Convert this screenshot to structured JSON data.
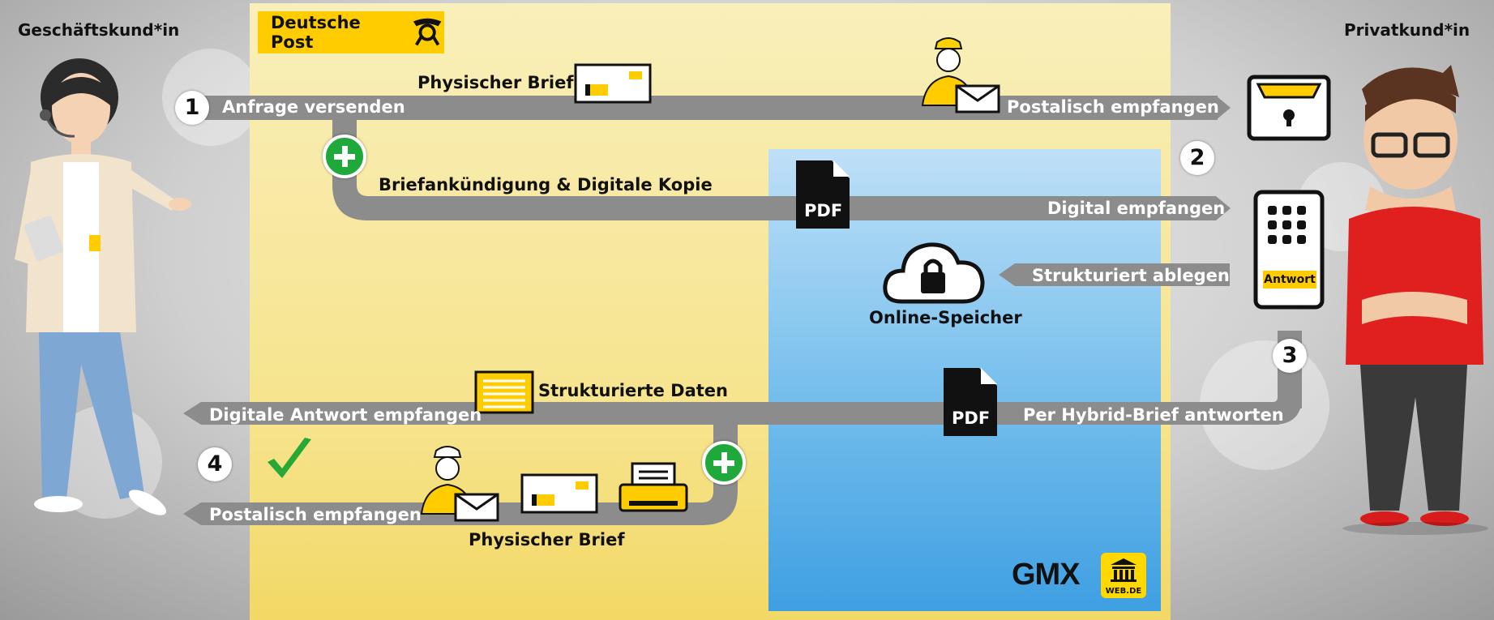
{
  "actors": {
    "business": "Geschäftskund*in",
    "private": "Privatkund*in"
  },
  "logo": {
    "deutsche_post": "Deutsche Post",
    "gmx": "GMX",
    "webde": "WEB.DE"
  },
  "steps": [
    "1",
    "2",
    "3",
    "4"
  ],
  "flows": {
    "send_request": "Anfrage versenden",
    "physical_letter_top": "Physischer Brief",
    "postal_received_top": "Postalisch empfangen",
    "announcement": "Briefankündigung & Digitale Kopie",
    "digital_received": "Digital empfangen",
    "store_structured": "Strukturiert ablegen",
    "online_storage": "Online-Speicher",
    "structured_data": "Strukturierte Daten",
    "reply_hybrid": "Per Hybrid-Brief antworten",
    "digital_reply_received": "Digitale Antwort empfangen",
    "postal_received_bottom": "Postalisch empfangen",
    "physical_letter_bottom": "Physischer Brief"
  },
  "badges": {
    "pdf_top": "PDF",
    "pdf_bottom": "PDF",
    "answer_button": "Antwort"
  },
  "colors": {
    "post_yellow": "#ffcc00",
    "flow_gray": "#8c8c8c",
    "plus_green": "#1fa93a",
    "check_green": "#2aa836"
  }
}
